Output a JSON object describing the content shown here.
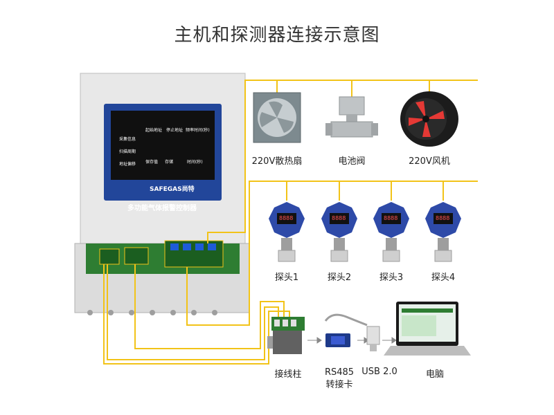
{
  "title": "主机和探测器连接示意图",
  "controller": {
    "brand": "SAFEGAS尚特",
    "caption": "多功能气体报警控制器",
    "screen": {
      "rows": [
        "采集信息",
        "扫描周期",
        "地址偏移"
      ],
      "cols": [
        "起始地址",
        "停止地址",
        "频率时间(秒)"
      ],
      "extra": [
        "保存值",
        "存储",
        "时间(秒)"
      ]
    }
  },
  "devices": [
    {
      "name": "fan-220v",
      "label": "220V散热扇"
    },
    {
      "name": "battery-valve",
      "label": "电池阀"
    },
    {
      "name": "fan-motor-220v",
      "label": "220V风机"
    }
  ],
  "probes": [
    "探头1",
    "探头2",
    "探头3",
    "探头4"
  ],
  "probe_display": "8888",
  "chain": [
    {
      "name": "terminal-block",
      "label": "接线柱"
    },
    {
      "name": "rs485-adapter",
      "label": "RS485\n转接卡",
      "line1": "RS485",
      "line2": "转接卡"
    },
    {
      "name": "usb",
      "label": "USB 2.0"
    },
    {
      "name": "computer",
      "label": "电脑"
    }
  ],
  "colors": {
    "wire": "#f2c318",
    "panel_blue": "#1b3d8f",
    "probe_blue": "#2e4aa8"
  }
}
